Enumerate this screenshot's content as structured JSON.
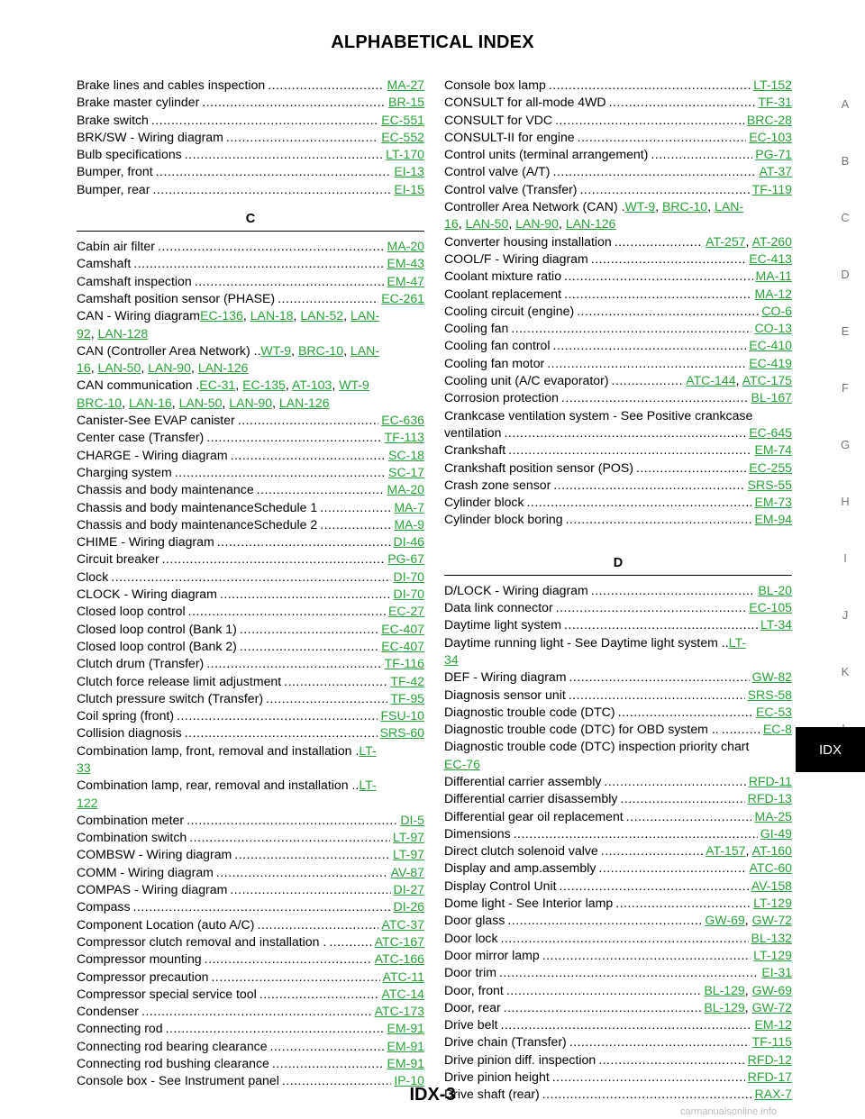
{
  "header": {
    "title": "ALPHABETICAL INDEX"
  },
  "footer": {
    "page": "IDX-3"
  },
  "side_letters": [
    "A",
    "B",
    "C",
    "D",
    "E",
    "F",
    "G",
    "H",
    "I",
    "J",
    "K",
    "L"
  ],
  "idx_tab": "IDX",
  "watermark": "carmanualsonline.info",
  "left_column": {
    "entries": [
      {
        "label": "Brake lines and cables inspection",
        "refs": [
          "MA-27"
        ]
      },
      {
        "label": "Brake master cylinder",
        "refs": [
          "BR-15"
        ]
      },
      {
        "label": "Brake switch",
        "refs": [
          "EC-551"
        ]
      },
      {
        "label": "BRK/SW - Wiring diagram",
        "refs": [
          "EC-552"
        ]
      },
      {
        "label": "Bulb specifications",
        "refs": [
          "LT-170"
        ]
      },
      {
        "label": "Bumper, front",
        "refs": [
          "EI-13"
        ]
      },
      {
        "label": "Bumper, rear",
        "refs": [
          "EI-15"
        ]
      }
    ],
    "section_c": {
      "header": "C",
      "entries": [
        {
          "label": "Cabin air filter",
          "refs": [
            "MA-20"
          ]
        },
        {
          "label": "Camshaft",
          "refs": [
            "EM-43"
          ]
        },
        {
          "label": "Camshaft inspection",
          "refs": [
            "EM-47"
          ]
        },
        {
          "label": "Camshaft position sensor (PHASE)",
          "refs": [
            "EC-261"
          ]
        }
      ],
      "can_wiring": {
        "label": "CAN - Wiring diagram",
        "refs": [
          "EC-136",
          "LAN-18",
          "LAN-52"
        ],
        "split": "LAN-",
        "cont": "92",
        "more": [
          "LAN-128"
        ]
      },
      "can_network": {
        "label": "CAN (Controller Area Network) ..",
        "refs": [
          "WT-9",
          "BRC-10"
        ],
        "split": "LAN-",
        "cont": "16",
        "more": [
          "LAN-50",
          "LAN-90",
          "LAN-126"
        ]
      },
      "can_comm": {
        "label": "CAN communication  .",
        "refs": [
          "EC-31",
          "EC-135",
          "AT-103",
          "WT-9"
        ],
        "more": [
          "BRC-10",
          "LAN-16",
          "LAN-50",
          "LAN-90",
          "LAN-126"
        ]
      },
      "entries2": [
        {
          "label": "Canister-See EVAP canister",
          "refs": [
            "EC-636"
          ]
        },
        {
          "label": "Center case (Transfer)",
          "refs": [
            "TF-113"
          ]
        },
        {
          "label": "CHARGE - Wiring diagram",
          "refs": [
            "SC-18"
          ]
        },
        {
          "label": "Charging system",
          "refs": [
            "SC-17"
          ]
        },
        {
          "label": "Chassis and body maintenance",
          "refs": [
            "MA-20"
          ]
        },
        {
          "label": "Chassis and body maintenanceSchedule 1",
          "refs": [
            "MA-7"
          ]
        },
        {
          "label": "Chassis and body maintenanceSchedule 2",
          "refs": [
            "MA-9"
          ]
        },
        {
          "label": "CHIME - Wiring diagram",
          "refs": [
            "DI-46"
          ]
        },
        {
          "label": "Circuit breaker",
          "refs": [
            "PG-67"
          ]
        },
        {
          "label": "Clock",
          "refs": [
            "DI-70"
          ]
        },
        {
          "label": "CLOCK - Wiring diagram",
          "refs": [
            "DI-70"
          ]
        },
        {
          "label": "Closed loop control",
          "refs": [
            "EC-27"
          ]
        },
        {
          "label": "Closed loop control (Bank 1)",
          "refs": [
            "EC-407"
          ]
        },
        {
          "label": "Closed loop control (Bank 2)",
          "refs": [
            "EC-407"
          ]
        },
        {
          "label": "Clutch drum (Transfer)",
          "refs": [
            "TF-116"
          ]
        },
        {
          "label": "Clutch force release limit adjustment",
          "refs": [
            "TF-42"
          ]
        },
        {
          "label": "Clutch pressure switch (Transfer)",
          "refs": [
            "TF-95"
          ]
        },
        {
          "label": "Coil spring (front)",
          "refs": [
            "FSU-10"
          ]
        },
        {
          "label": "Collision diagnosis",
          "refs": [
            "SRS-60"
          ]
        }
      ],
      "comb_front": {
        "label": "Combination lamp, front, removal and installation  .",
        "split": "LT-",
        "cont": "33"
      },
      "comb_rear": {
        "label": "Combination lamp, rear, removal and installation  ..",
        "split": "LT-",
        "cont": "122"
      },
      "entries3": [
        {
          "label": "Combination meter",
          "refs": [
            "DI-5"
          ]
        },
        {
          "label": "Combination switch",
          "refs": [
            "LT-97"
          ]
        },
        {
          "label": "COMBSW - Wiring diagram",
          "refs": [
            "LT-97"
          ]
        },
        {
          "label": "COMM - Wiring diagram",
          "refs": [
            "AV-87"
          ]
        },
        {
          "label": "COMPAS - Wiring diagram",
          "refs": [
            "DI-27"
          ]
        },
        {
          "label": "Compass",
          "refs": [
            "DI-26"
          ]
        },
        {
          "label": "Component Location (auto A/C)",
          "refs": [
            "ATC-37"
          ]
        },
        {
          "label": "Compressor clutch removal and installation  .",
          "refs": [
            "ATC-167"
          ]
        },
        {
          "label": "Compressor mounting",
          "refs": [
            "ATC-166"
          ]
        },
        {
          "label": "Compressor precaution",
          "refs": [
            "ATC-11"
          ]
        },
        {
          "label": "Compressor special service tool",
          "refs": [
            "ATC-14"
          ]
        },
        {
          "label": "Condenser",
          "refs": [
            "ATC-173"
          ]
        },
        {
          "label": "Connecting rod",
          "refs": [
            "EM-91"
          ]
        },
        {
          "label": "Connecting rod bearing clearance",
          "refs": [
            "EM-91"
          ]
        },
        {
          "label": "Connecting rod bushing clearance",
          "refs": [
            "EM-91"
          ]
        },
        {
          "label": "Console box - See Instrument panel",
          "refs": [
            "IP-10"
          ]
        }
      ]
    }
  },
  "right_column": {
    "entries": [
      {
        "label": "Console box lamp",
        "refs": [
          "LT-152"
        ]
      },
      {
        "label": "CONSULT for all-mode 4WD",
        "refs": [
          "TF-31"
        ]
      },
      {
        "label": "CONSULT for VDC",
        "refs": [
          "BRC-28"
        ]
      },
      {
        "label": "CONSULT-II for engine",
        "refs": [
          "EC-103"
        ]
      },
      {
        "label": "Control units (terminal arrangement)",
        "refs": [
          "PG-71"
        ]
      },
      {
        "label": "Control valve (A/T)",
        "refs": [
          "AT-37"
        ]
      },
      {
        "label": "Control valve (Transfer)",
        "refs": [
          "TF-119"
        ]
      }
    ],
    "can_network": {
      "label": "Controller Area Network (CAN)  .",
      "refs": [
        "WT-9",
        "BRC-10"
      ],
      "split": "LAN-",
      "cont": "16",
      "more": [
        "LAN-50",
        "LAN-90",
        "LAN-126"
      ]
    },
    "entries2": [
      {
        "label": "Converter housing installation",
        "refs": [
          "AT-257",
          "AT-260"
        ]
      },
      {
        "label": "COOL/F - Wiring diagram",
        "refs": [
          "EC-413"
        ]
      },
      {
        "label": "Coolant mixture ratio",
        "refs": [
          "MA-11"
        ]
      },
      {
        "label": "Coolant replacement",
        "refs": [
          "MA-12"
        ]
      },
      {
        "label": "Cooling circuit (engine)",
        "refs": [
          "CO-6"
        ]
      },
      {
        "label": "Cooling fan",
        "refs": [
          "CO-13"
        ]
      },
      {
        "label": "Cooling fan control",
        "refs": [
          "EC-410"
        ]
      },
      {
        "label": "Cooling fan motor",
        "refs": [
          "EC-419"
        ]
      },
      {
        "label": "Cooling unit (A/C evaporator)",
        "refs": [
          "ATC-144",
          "ATC-175"
        ]
      },
      {
        "label": "Corrosion protection",
        "refs": [
          "BL-167"
        ]
      }
    ],
    "crankcase": {
      "line1": "Crankcase ventilation system - See Positive crankcase",
      "label": "ventilation",
      "refs": [
        "EC-645"
      ]
    },
    "entries3": [
      {
        "label": "Crankshaft",
        "refs": [
          "EM-74"
        ]
      },
      {
        "label": "Crankshaft position sensor (POS)",
        "refs": [
          "EC-255"
        ]
      },
      {
        "label": "Crash zone sensor",
        "refs": [
          "SRS-55"
        ]
      },
      {
        "label": "Cylinder block",
        "refs": [
          "EM-73"
        ]
      },
      {
        "label": "Cylinder block boring",
        "refs": [
          "EM-94"
        ]
      }
    ],
    "section_d": {
      "header": "D",
      "entries": [
        {
          "label": "D/LOCK - Wiring diagram",
          "refs": [
            "BL-20"
          ]
        },
        {
          "label": "Data link connector",
          "refs": [
            "EC-105"
          ]
        },
        {
          "label": "Daytime light system",
          "refs": [
            "LT-34"
          ]
        }
      ],
      "drl": {
        "label": "Daytime running light - See Daytime light system  ..",
        "split": "LT-",
        "cont": "34"
      },
      "entries2": [
        {
          "label": "DEF - Wiring diagram",
          "refs": [
            "GW-82"
          ]
        },
        {
          "label": "Diagnosis sensor unit",
          "refs": [
            "SRS-58"
          ]
        },
        {
          "label": "Diagnostic trouble code (DTC)",
          "refs": [
            "EC-53"
          ]
        },
        {
          "label": "Diagnostic trouble code (DTC) for OBD system ..",
          "refs": [
            "EC-8"
          ]
        }
      ],
      "dtc_chart": {
        "line1": "Diagnostic trouble code (DTC) inspection priority chart",
        "ref": "EC-76"
      },
      "entries3": [
        {
          "label": "Differential carrier assembly",
          "refs": [
            "RFD-11"
          ]
        },
        {
          "label": "Differential carrier disassembly",
          "refs": [
            "RFD-13"
          ]
        },
        {
          "label": "Differential gear oil replacement",
          "refs": [
            "MA-25"
          ]
        },
        {
          "label": "Dimensions",
          "refs": [
            "GI-49"
          ]
        },
        {
          "label": "Direct clutch solenoid valve",
          "refs": [
            "AT-157",
            "AT-160"
          ]
        },
        {
          "label": "Display and amp.assembly",
          "refs": [
            "ATC-60"
          ]
        },
        {
          "label": "Display Control Unit",
          "refs": [
            "AV-158"
          ]
        },
        {
          "label": "Dome light - See Interior lamp",
          "refs": [
            "LT-129"
          ]
        },
        {
          "label": "Door glass",
          "refs": [
            "GW-69",
            "GW-72"
          ]
        },
        {
          "label": "Door lock",
          "refs": [
            "BL-132"
          ]
        },
        {
          "label": "Door mirror lamp",
          "refs": [
            "LT-129"
          ]
        },
        {
          "label": "Door trim",
          "refs": [
            "EI-31"
          ]
        },
        {
          "label": "Door, front",
          "refs": [
            "BL-129",
            "GW-69"
          ]
        },
        {
          "label": "Door, rear",
          "refs": [
            "BL-129",
            "GW-72"
          ]
        },
        {
          "label": "Drive belt",
          "refs": [
            "EM-12"
          ]
        },
        {
          "label": "Drive chain (Transfer)",
          "refs": [
            "TF-115"
          ]
        },
        {
          "label": "Drive pinion diff. inspection",
          "refs": [
            "RFD-12"
          ]
        },
        {
          "label": "Drive pinion height",
          "refs": [
            "RFD-17"
          ]
        },
        {
          "label": "Drive shaft (rear)",
          "refs": [
            "RAX-7"
          ]
        }
      ]
    }
  }
}
